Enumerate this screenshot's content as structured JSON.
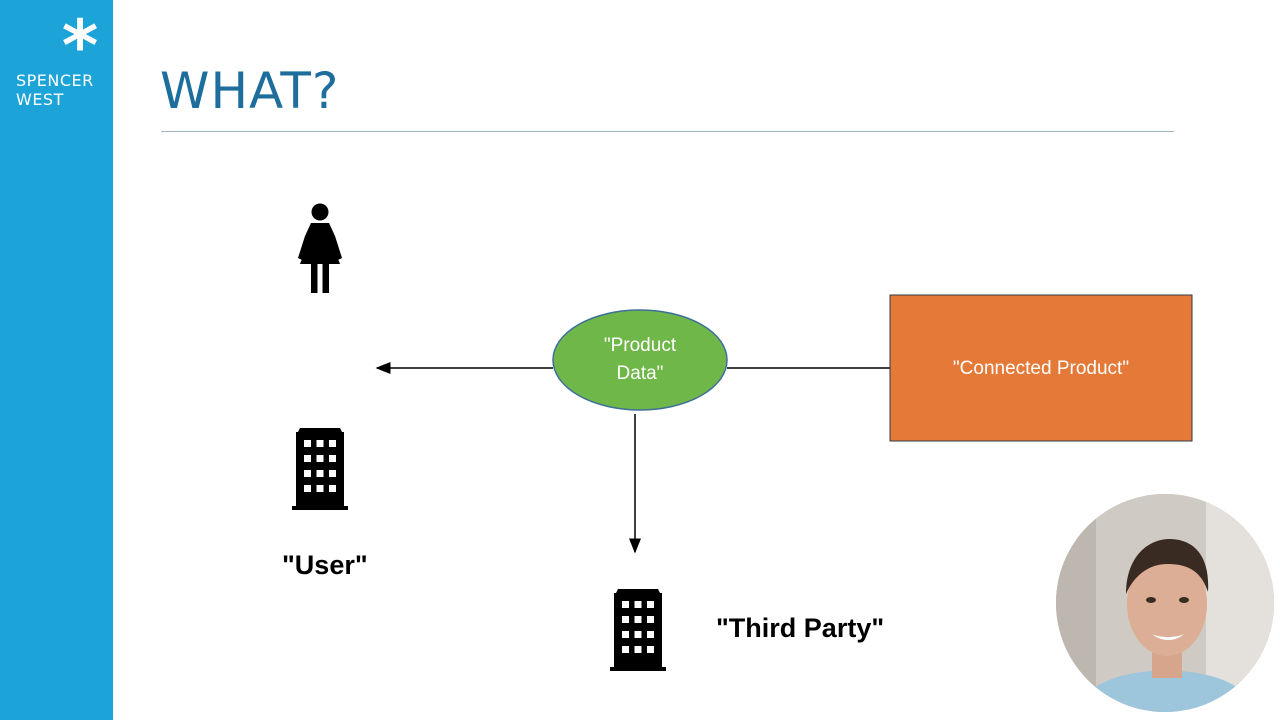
{
  "brand": {
    "line1": "SPENCER",
    "line2": "WEST",
    "star_icon": "asterisk-icon"
  },
  "slide": {
    "title": "WHAT?"
  },
  "nodes": {
    "product_data": "\"Product Data\"",
    "connected_product": "\"Connected Product\"",
    "user_label": "\"User\"",
    "third_party_label": "\"Third Party\""
  },
  "icons": {
    "person": "person-icon",
    "building_user": "building-icon",
    "building_third_party": "building-icon"
  },
  "colors": {
    "sidebar": "#1ca3d7",
    "title": "#1d6e9c",
    "ellipse": "#70b74a",
    "box": "#e57a38"
  }
}
